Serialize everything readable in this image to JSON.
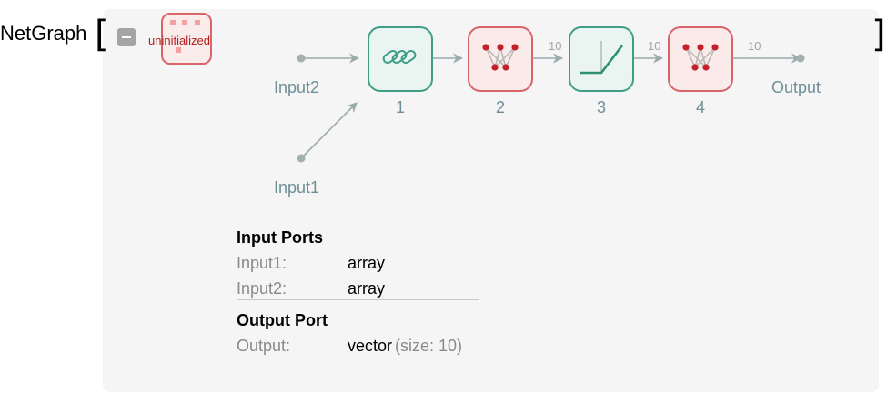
{
  "header": {
    "title": "NetGraph",
    "bracket_open": "[",
    "bracket_close": "]"
  },
  "status": {
    "text": "uninitialized"
  },
  "graph": {
    "ports": {
      "input1": "Input1",
      "input2": "Input2",
      "output": "Output"
    },
    "nodes": [
      {
        "label": "1",
        "kind": "catenate-link-icon"
      },
      {
        "label": "2",
        "kind": "linear-layer-icon"
      },
      {
        "label": "3",
        "kind": "ramp-activation-icon"
      },
      {
        "label": "4",
        "kind": "linear-layer-icon"
      }
    ],
    "edge_labels": [
      "10",
      "10",
      "10"
    ]
  },
  "info": {
    "input_ports_title": "Input Ports",
    "inputs": [
      {
        "key": "Input1:",
        "value": "array"
      },
      {
        "key": "Input2:",
        "value": "array"
      }
    ],
    "output_port_title": "Output Port",
    "output": {
      "key": "Output:",
      "value": "vector",
      "extra": "(size: 10)"
    }
  },
  "colors": {
    "linear_border": "#d9646a",
    "linear_fill": "#fbeaea",
    "ramp_border": "#3f9e86",
    "ramp_fill": "#eaf5f1",
    "edge": "#9aabab",
    "port_label": "#6e8f99",
    "node_dot": "#c4202a"
  }
}
